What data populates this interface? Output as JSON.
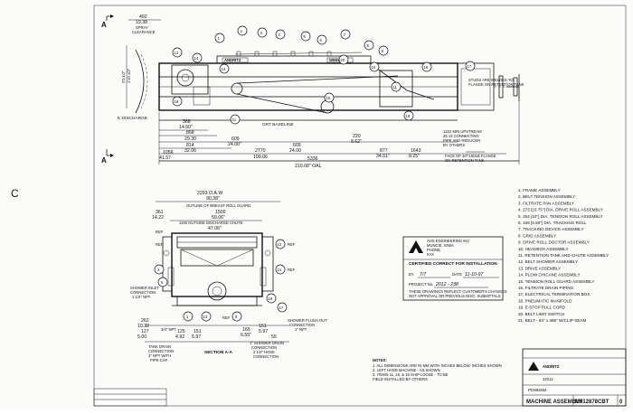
{
  "section_marks": {
    "top_left": "A",
    "bottom_left": "A"
  },
  "top_view": {
    "left_dims": [
      "492",
      "19.38",
      "SPRAY",
      "CLEARANCE"
    ],
    "vertical_dim_labels": [
      "2'0.1/2\"",
      "1'10.1/2\""
    ],
    "bubbles": [
      "1",
      "2",
      "3",
      "4",
      "5",
      "6",
      "7",
      "8",
      "9",
      "10",
      "11",
      "12",
      "13",
      "14",
      "15",
      "16",
      "17",
      "18",
      "19",
      "20",
      "21"
    ],
    "discharge_label": "E DISCHARGE",
    "baseline_label": "GRT BASELINE",
    "nameplates": [
      "ANDRITZ",
      "WINNER"
    ],
    "studs_note": [
      "STUDS ARE WELDED TO",
      "FLANGE ON RETENTION TANK"
    ],
    "connection_note": [
      "1222 MIN UPSTREAM",
      "45 13 CONNECTING",
      "PIPE AND REDUCER",
      "BY OTHERS"
    ],
    "flange_note": [
      "FACE OF 10\"-150LB FLANGE",
      "ON RETENTION TANK"
    ],
    "dims_left": [
      "368",
      "14.50\"",
      "868",
      "29.30",
      "814",
      "32.06",
      "1056",
      "41.57"
    ],
    "dims_mid": [
      "609",
      "24.00\"",
      "2770",
      "109.06",
      "609",
      "24.00",
      "220",
      "8.62\"",
      "877",
      "34.51\"",
      "1643",
      "8.25\""
    ],
    "overall_dims": [
      "5336",
      "210.08\" OAL"
    ]
  },
  "section_view": {
    "top_dims": [
      "2293 O.A.W",
      "90.38\"",
      "OUTLINE OF BREAST ROLL GUARD",
      "1500",
      "59.06\"",
      "1193 OUTSIDE DISCHARGE CHUTE",
      "47.06\""
    ],
    "side_dims": [
      "361",
      "14.22"
    ],
    "left_labels": [
      "REF",
      "REF",
      "SHOWER INLET",
      "CONNECTION",
      "1 1/2\" NPT"
    ],
    "bubbles": [
      "12",
      "21",
      "3",
      "5",
      "18",
      "17",
      "13",
      "8",
      "1"
    ],
    "ref_labels": [
      "REF",
      "REF",
      "REF"
    ],
    "bottom_dims": [
      "262",
      "10.32",
      "127",
      "5.00",
      "3/4\" NPT",
      "125",
      "4.92",
      "151",
      "5.97",
      "165",
      "6.55\"",
      "151",
      "5.97",
      "55"
    ],
    "bottom_notes": [
      "TANK DRAIN",
      "CONNECTION",
      "3\" NPT WITH",
      "PIPE CAP",
      "SHOWER FLUSH OUT",
      "CONNECTION",
      "1\" NPT",
      "1\" SHOWER DRAIN",
      "CONNECTION",
      "2 1/2\" HOSE",
      "CONNECTION"
    ],
    "section_label": "SECTION A-A"
  },
  "parts_list": {
    "items": [
      "1. FRAME ASSEMBLY",
      "2. BELT TENSION ASSEMBLY",
      "3. FILTRATE PAN ASSEMBLY",
      "4. 273 [10.75\"] DIA. DRIVE ROLL ASSEMBLY",
      "5. 254 [10\"] DIA. TENSION ROLL ASSEMBLY",
      "6. 165 [6.50\"] DIA. TRACKING ROLL",
      "7. TRACKING DEVICE ASSEMBLY",
      "8. GRID ASSEMBLY",
      "9. DRIVE ROLL DOCTOR ASSEMBLY",
      "10. HEADBOX ASSEMBLY",
      "11. RETENTION TANK AND CHUTE ASSEMBLY",
      "12. BELT SHOWER ASSEMBLY",
      "13. DRIVE ASSEMBLY",
      "14. PLOW CHICANE ASSEMBLY",
      "15. TENSION ROLL GUARD ASSEMBLY",
      "16. FILTRATE DRAIN PIPING",
      "17. ELECTRICAL TERMINATION BOX",
      "18. PNEUMATIC MANIFOLD",
      "19. E-STOP PULL CORD",
      "20. BELT LIMIT SWITCH",
      "21. BELT - 84\" x 386\" W/CLIP-SEAM"
    ]
  },
  "certification": {
    "company_lines": [
      "AHS ENGINEERING INC",
      "MUNCIE, IOWA",
      "PHONE",
      "FAX"
    ],
    "heading": "CERTIFIED CORRECT FOR INSTALLATION",
    "by_label": "BY",
    "by_value": "7/7",
    "date_label": "DATE",
    "date_value": "11-10-97",
    "project_label": "PROJECT No.",
    "project_value": "2012 - 238",
    "footer_lines": [
      "THESE DRAWINGS REFLECT CUSTOMER'S CHANGES",
      "NOT APPROVAL OR PREVIOUS DISC. SUBMITTALS"
    ]
  },
  "notes": {
    "heading": "NOTES:",
    "lines": [
      "1. ALL DIMENSIONS ARE IN MM WITH INCHES BELOW. INCHES SHOWN",
      "2. LEFT HAND MACHINE - AS SHOWN",
      "3. ITEMS 11, 15, & 16 SHIP LOOSE - TO BE",
      "   FIELD INSTALLED BY OTHERS"
    ]
  },
  "title_block": {
    "drawing_name": "MACHINE ASSEMBLY",
    "drawing_number": "M012878CBT",
    "revision": "0",
    "job_code": "PDN92654",
    "small_code": "42012",
    "company": "ANDRITZ"
  },
  "left_margin_mark": "C"
}
